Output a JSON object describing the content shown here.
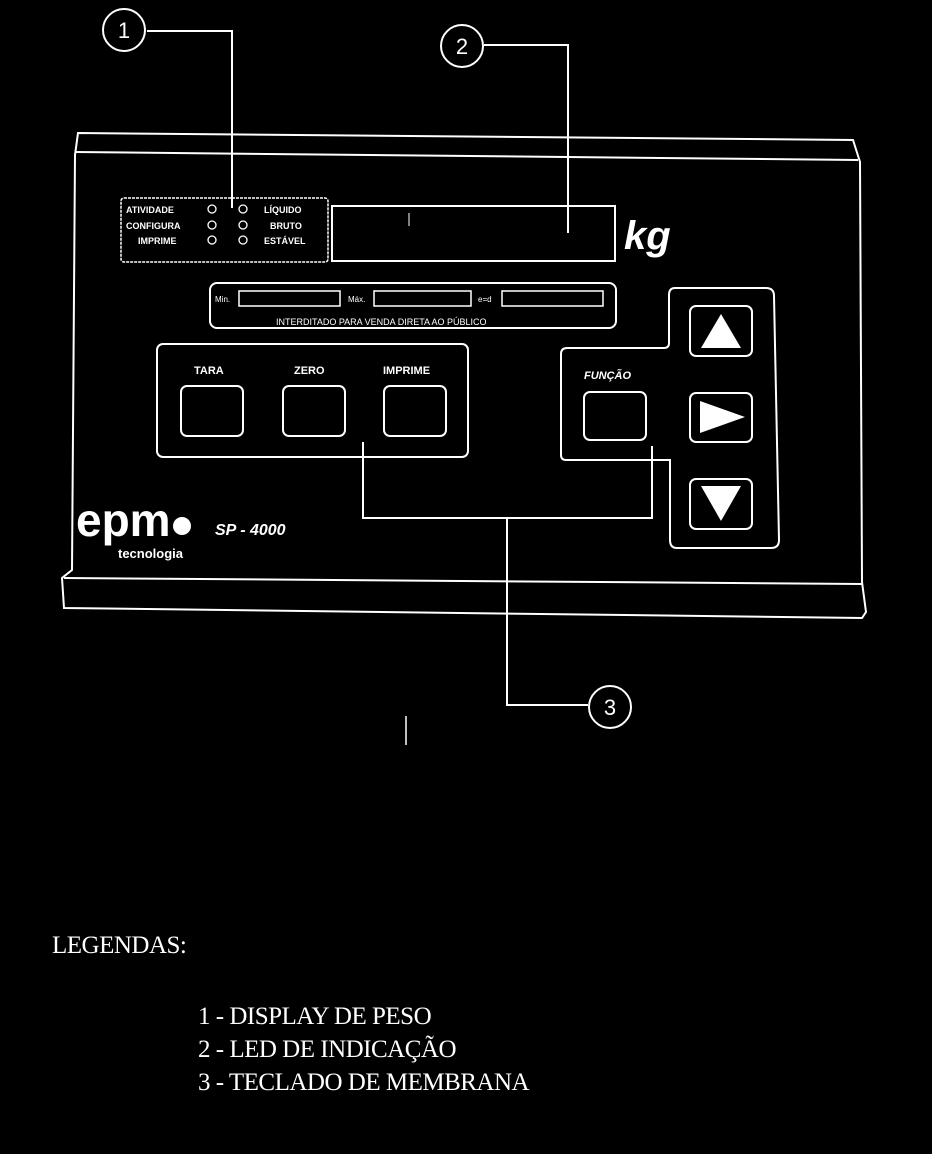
{
  "callouts": {
    "c1": "1",
    "c2": "2",
    "c3": "3"
  },
  "device": {
    "leds_left": [
      "ATIVIDADE",
      "CONFIGURA",
      "IMPRIME"
    ],
    "leds_right": [
      "LÍQUIDO",
      "BRUTO",
      "ESTÁVEL"
    ],
    "unit": "kg",
    "spec_min": "Min.",
    "spec_max": "Máx.",
    "spec_e": "e=d",
    "spec_note": "INTERDITADO PARA VENDA DIRETA AO PÚBLICO",
    "keys": {
      "tara": "TARA",
      "zero": "ZERO",
      "imprime": "IMPRIME",
      "funcao": "FUNÇÃO"
    },
    "brand": "epm",
    "brand_sub": "tecnologia",
    "model": "SP - 4000"
  },
  "legend": {
    "title": "LEGENDAS:",
    "items": [
      "1 - DISPLAY DE PESO",
      "2 - LED DE INDICAÇÃO",
      "3 - TECLADO DE MEMBRANA"
    ]
  },
  "colors": {
    "background": "#000000",
    "lines": "#ffffff"
  }
}
